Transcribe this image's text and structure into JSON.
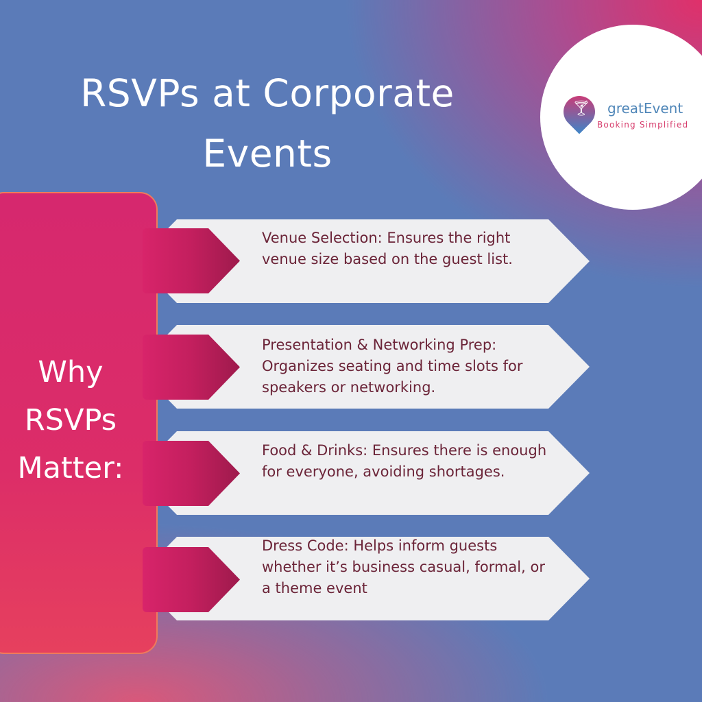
{
  "title": "RSVPs at Corporate Events",
  "logo": {
    "brand": "greatEvent",
    "tagline": "Booking Simplified"
  },
  "panel": {
    "heading": "Why RSVPs Matter:"
  },
  "items": [
    {
      "text": "Venue Selection: Ensures the right venue size based on the guest list."
    },
    {
      "text": "Presentation & Networking Prep: Organizes seating and time slots for speakers or networking."
    },
    {
      "text": "Food & Drinks: Ensures there is enough for everyone, avoiding shortages."
    },
    {
      "text": "Dress Code: Helps inform guests whether it’s business casual, formal, or a theme event"
    }
  ]
}
